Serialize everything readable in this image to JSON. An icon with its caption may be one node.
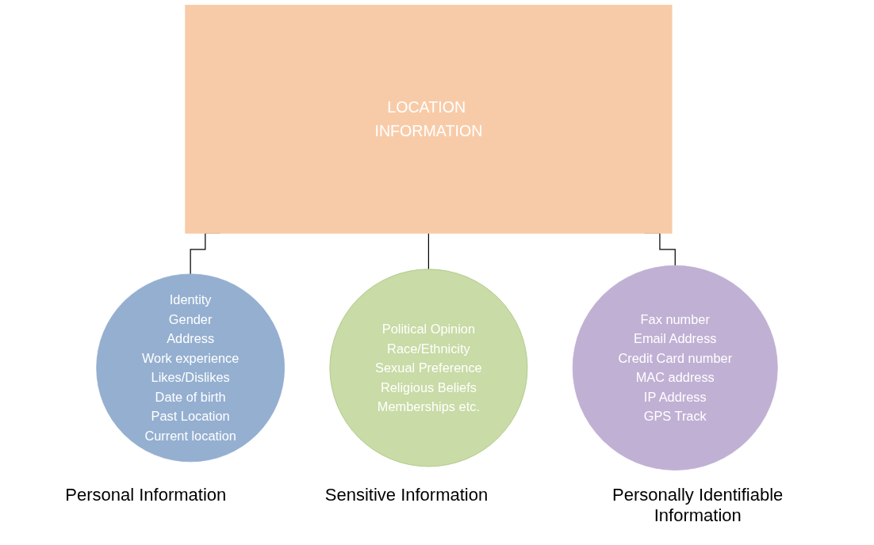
{
  "diagram": {
    "nodes": [
      {
        "text": [
          "LOCATION INFORMATION"
        ]
      },
      {
        "text": [
          "Identity",
          "Gender",
          "Address",
          "Work experience",
          "Likes/Dislikes",
          "Date of birth",
          "Past Location",
          "Current location"
        ]
      },
      {
        "text": [
          "Political Opinion",
          "Race/Ethnicity",
          "Sexual Preference",
          "Religious Beliefs",
          "Memberships etc."
        ]
      },
      {
        "text": [
          "Fax number",
          "Email Address",
          "Credit Card number",
          "MAC address",
          "IP Address",
          "GPS Track"
        ]
      }
    ],
    "edges": [
      {
        "from": 0,
        "to": 1,
        "arrow": "none"
      },
      {
        "from": 0,
        "to": 2,
        "arrow": "none"
      },
      {
        "from": 0,
        "to": 3,
        "arrow": "none"
      }
    ],
    "labels": [
      "Personal Information",
      "Sensitive Information",
      "Personally Identifiable Information"
    ]
  }
}
